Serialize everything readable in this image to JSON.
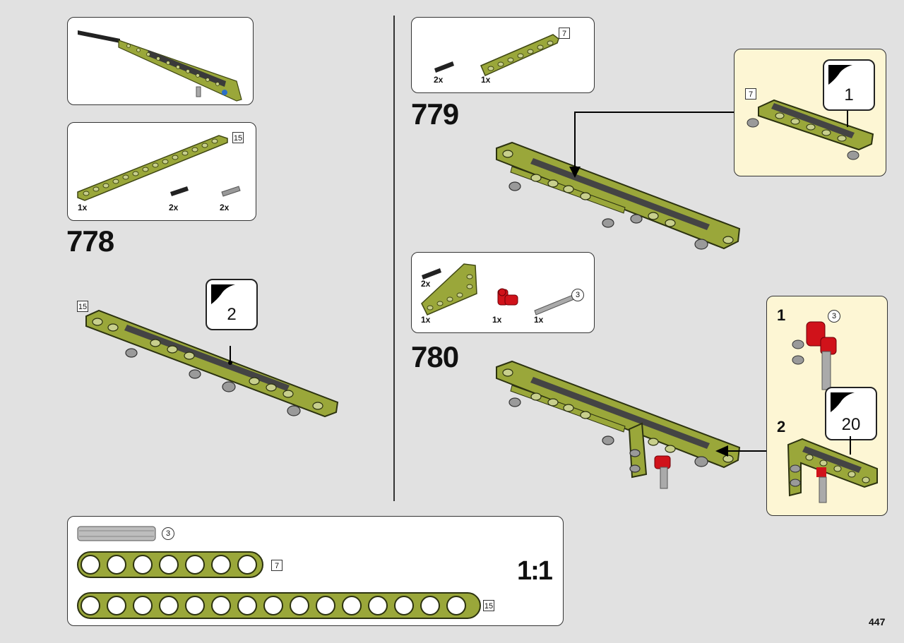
{
  "page_number": "447",
  "steps": [
    {
      "id": "778",
      "label": "778"
    },
    {
      "id": "779",
      "label": "779"
    },
    {
      "id": "780",
      "label": "780"
    }
  ],
  "parts_778": {
    "beam_count": "1x",
    "beam_len": "15",
    "pin_black_count": "2x",
    "pin_grey_count": "2x"
  },
  "parts_779": {
    "pin_count": "2x",
    "beam_count": "1x",
    "beam_len": "7"
  },
  "parts_780": {
    "pin_count": "2x",
    "lbeam_count": "1x",
    "connector_count": "1x",
    "axle_count": "1x",
    "axle_len": "3"
  },
  "step_778_callout": {
    "count": "2",
    "beam_len": "15"
  },
  "step_779_sub": {
    "count": "1",
    "beam_len": "7"
  },
  "step_780_sub": {
    "sub1": "1",
    "sub2": "2",
    "axle_len": "3",
    "count": "20"
  },
  "scale_box": {
    "axle_len": "3",
    "beam7_len": "7",
    "beam15_len": "15",
    "scale": "1:1"
  },
  "colors": {
    "lime": "#9aa73a",
    "lime_dark": "#5f6a1c",
    "red": "#d0121a",
    "bg": "#e1e1e1",
    "callout_bg": "#fdf6d4"
  }
}
